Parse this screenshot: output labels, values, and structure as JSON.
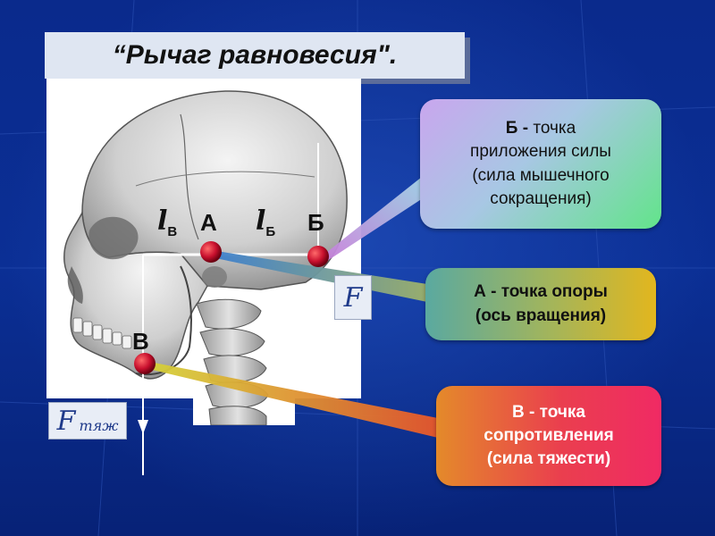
{
  "title": "“Рычаг равновесия\".",
  "labels": {
    "l_v_letter": "l",
    "l_v_sub": "В",
    "point_a": "А",
    "l_b_letter": "l",
    "l_b_sub": "Б",
    "point_b": "Б",
    "point_v": "В"
  },
  "forces": {
    "f_muscle": "F",
    "f_gravity": "F",
    "f_gravity_sub": "тяж"
  },
  "callouts": {
    "b": {
      "head": "Б - ",
      "rest": "точка",
      "line2": "приложения силы",
      "line3": "(сила мышечного",
      "line4": "сокращения)"
    },
    "a": {
      "line1": "А - точка опоры",
      "line2": "(ось вращения)"
    },
    "v": {
      "line1": "В - точка",
      "line2": "сопротивления",
      "line3": "(сила тяжести)"
    }
  },
  "colors": {
    "background": "#0a2a8c",
    "point": "#c8102e",
    "callout_b": "#a8c7e4",
    "callout_a": "#d4b32a",
    "callout_v": "#f02a64"
  },
  "icons": [
    "skull-illustration",
    "pivot-point",
    "force-arrow"
  ]
}
